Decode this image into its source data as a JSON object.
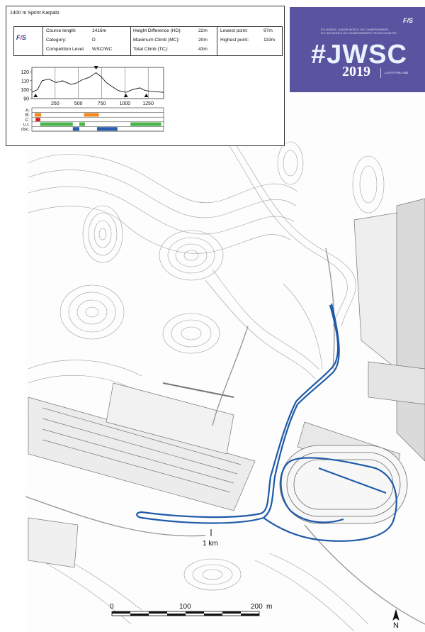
{
  "course": {
    "title": "1400 m Sprint Karpalo",
    "info": [
      {
        "label": "Course length:",
        "value": "1416m"
      },
      {
        "label": "Category:",
        "value": "D"
      },
      {
        "label": "Competition Level:",
        "value": "WSC/WC"
      },
      {
        "label": "Height Difference (HD):",
        "value": "22m"
      },
      {
        "label": "Maximum Climb (MC):",
        "value": "20m"
      },
      {
        "label": "Total Climb (TC):",
        "value": "43m"
      },
      {
        "label": "Lowest point:",
        "value": "97m"
      },
      {
        "label": "Highest point:",
        "value": "119m"
      }
    ]
  },
  "fis_logo": {
    "left": "F",
    "middle": "/",
    "right": "S"
  },
  "profile": {
    "y_ticks": [
      "120",
      "110",
      "100",
      "90"
    ],
    "x_ticks": [
      "250",
      "500",
      "750",
      "1000",
      "1250"
    ],
    "ylim": [
      90,
      125
    ],
    "xlim": [
      0,
      1416
    ],
    "elevation": [
      [
        0,
        97
      ],
      [
        60,
        100
      ],
      [
        110,
        110
      ],
      [
        180,
        112
      ],
      [
        260,
        108
      ],
      [
        330,
        110
      ],
      [
        420,
        106
      ],
      [
        470,
        107
      ],
      [
        540,
        111
      ],
      [
        620,
        114
      ],
      [
        690,
        119
      ],
      [
        740,
        115
      ],
      [
        800,
        108
      ],
      [
        870,
        103
      ],
      [
        930,
        99
      ],
      [
        1010,
        97
      ],
      [
        1080,
        100
      ],
      [
        1160,
        102
      ],
      [
        1220,
        99
      ],
      [
        1300,
        98
      ],
      [
        1416,
        97
      ]
    ],
    "low_markers_x": [
      40,
      1010,
      1230
    ],
    "high_marker_x": 690
  },
  "terrain": {
    "row_labels": [
      "A:",
      "B:",
      "C:",
      "u.t.",
      "dsc."
    ],
    "legend_colors": {
      "B": "#f08a1c",
      "C": "#e31d1d",
      "ut": "#49b649",
      "dsc": "#2a5fb0"
    },
    "segments": [
      {
        "row": "B",
        "from": 30,
        "to": 100
      },
      {
        "row": "B",
        "from": 560,
        "to": 720
      },
      {
        "row": "C",
        "from": 40,
        "to": 90
      },
      {
        "row": "ut",
        "from": 90,
        "to": 440
      },
      {
        "row": "ut",
        "from": 510,
        "to": 570
      },
      {
        "row": "ut",
        "from": 1060,
        "to": 1390
      },
      {
        "row": "dsc",
        "from": 440,
        "to": 510
      },
      {
        "row": "dsc",
        "from": 700,
        "to": 920
      }
    ]
  },
  "event": {
    "hashtag": "#JWSC",
    "year": "2019",
    "line1": "FIS NORDIC JUNIOR WORLD SKI CHAMPIONSHIPS",
    "line2": "FIS U23 WORLD SKI CHAMPIONSHIPS CROSS-COUNTRY",
    "location": "LAHTI FINLAND",
    "bg_color": "#5a53a0"
  },
  "map": {
    "km_label": "1 km",
    "scale_labels": [
      "0",
      "100",
      "200",
      "m"
    ],
    "north_label": "N",
    "route_color": "#1f5aa8",
    "contour_color": "#8c8c8c"
  }
}
